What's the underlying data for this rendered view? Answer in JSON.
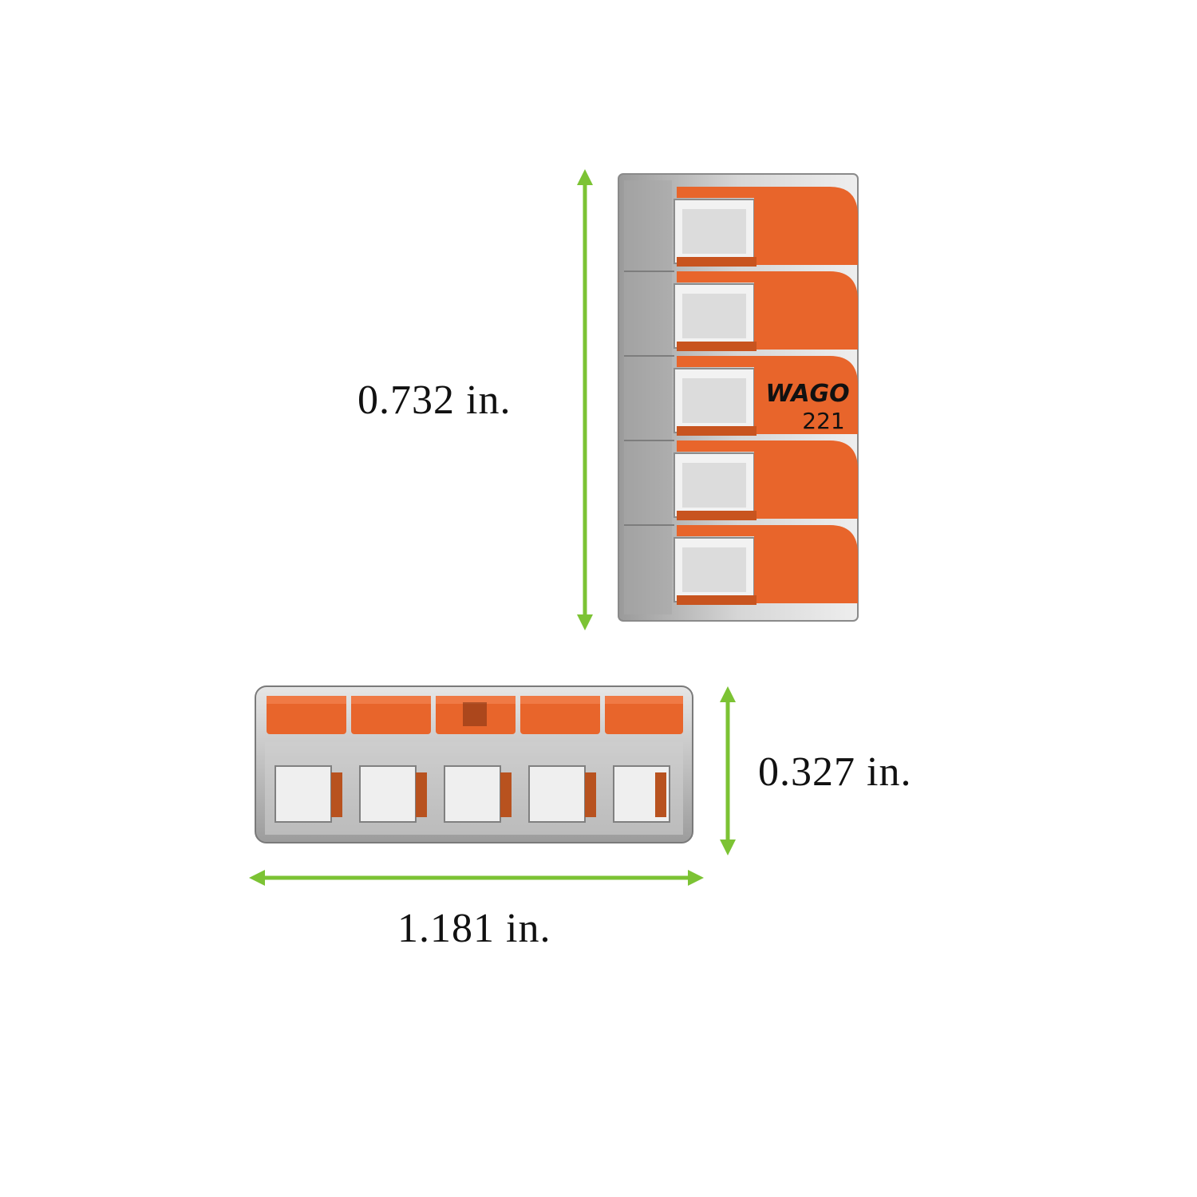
{
  "dimensions": {
    "height": "0.732 in.",
    "depth": "0.327 in.",
    "width": "1.181 in."
  },
  "product_marking": {
    "brand": "WAGO",
    "series": "221"
  },
  "colors": {
    "dimension_arrow": "#7cc334",
    "lever_orange": "#e8652b",
    "housing_clear": "#c9c9c9",
    "text": "#111111"
  }
}
